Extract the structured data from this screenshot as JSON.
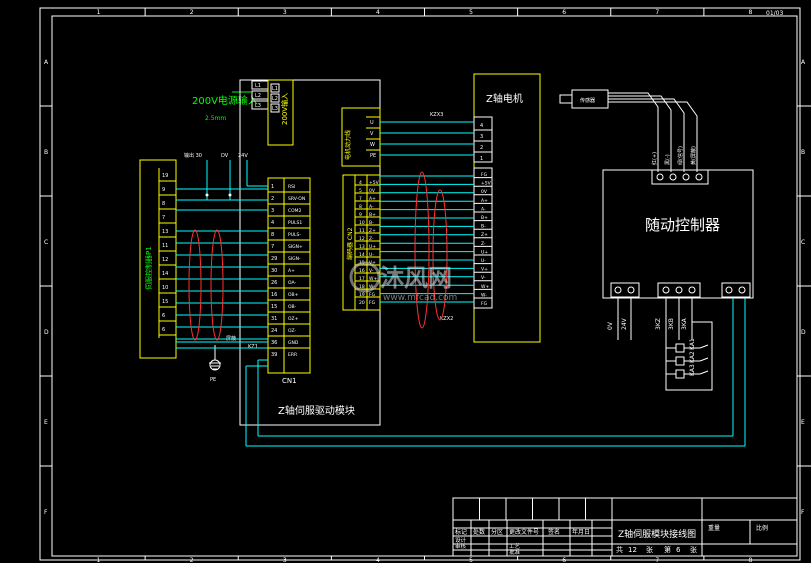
{
  "sheet": {
    "sheet_id": "01/03",
    "col_labels": [
      "1",
      "2",
      "3",
      "4",
      "5",
      "6",
      "7",
      "8"
    ],
    "row_labels": [
      "A",
      "B",
      "C",
      "D",
      "E",
      "F"
    ]
  },
  "power_input": {
    "label": "200V电源输入",
    "spec": "2.5mm",
    "terminals": [
      "L1",
      "L2",
      "L3"
    ],
    "driver_terminals": [
      "L1",
      "L2",
      "L3"
    ],
    "driver_label": "200V输入"
  },
  "left_module": {
    "label": "伺服控制器P1",
    "pins": [
      "19",
      "9",
      "8",
      "7",
      "13",
      "11",
      "12",
      "14",
      "10",
      "15",
      "6",
      "6"
    ],
    "bus_labels": [
      "输出 30",
      "DV",
      "24V"
    ]
  },
  "driver": {
    "title": "Z轴伺服驱动模块",
    "cn1_label": "CN1",
    "cn1_left_pins": [
      "1",
      "2",
      "3",
      "4",
      "8",
      "7",
      "29",
      "30",
      "26",
      "16",
      "15",
      "31",
      "24",
      "36",
      "39"
    ],
    "cn1_signals": [
      "RSI",
      "SRV-ON",
      "COM2",
      "PULS1",
      "PULS-",
      "SIGN+",
      "SIGN-",
      "A+",
      "OA-",
      "OB+",
      "OB-",
      "OZ+",
      "OZ-",
      "GND",
      "ERR"
    ],
    "ground_label": "PE",
    "shield_label": "屏蔽",
    "kz_label": "KZ1",
    "motor_power_terminals": [
      "U",
      "V",
      "W",
      "PE"
    ],
    "motor_power_label": "电机动力线",
    "cn2_label": "编码器 CN2",
    "cn2_pins": [
      "4",
      "5",
      "7",
      "8",
      "9",
      "10",
      "11",
      "12",
      "13",
      "14",
      "15",
      "16",
      "17",
      "18",
      "19",
      "20"
    ],
    "cn2_signals": [
      "+5V",
      "0V",
      "A+",
      "A-",
      "B+",
      "B-",
      "Z+",
      "Z-",
      "U+",
      "U-",
      "V+",
      "V-",
      "W+",
      "W-",
      "FG",
      "FG"
    ]
  },
  "motor": {
    "title": "Z轴电机",
    "power_pins": [
      "4",
      "3",
      "2",
      "1"
    ],
    "cable_top": "KZX3",
    "cable_bottom": "KZX2",
    "encoder_pins": [
      "FG",
      "+5V",
      "0V",
      "A+",
      "A-",
      "B+",
      "B-",
      "Z+",
      "Z-",
      "U+",
      "U-",
      "V+",
      "V-",
      "W+",
      "W-",
      "FG"
    ]
  },
  "encoder_sensor": {
    "label": "传感器",
    "wire_labels": [
      "红(+)",
      "黑(-)",
      "绿(信号)",
      "黄(屏蔽)"
    ]
  },
  "follower": {
    "title": "随动控制器",
    "bottom_labels": [
      "0V",
      "24V",
      "3KZ",
      "3KB",
      "3KA"
    ],
    "relay_labels": [
      "KA1",
      "KA2",
      "KA3"
    ]
  },
  "title_block": {
    "drawing_title": "Z轴伺服模块接线图",
    "head_cells": [
      "标记",
      "处数",
      "分区",
      "更改文件号",
      "签名",
      "年月日"
    ],
    "row_labels": [
      "设计",
      "审核",
      "工艺",
      "批准"
    ],
    "total_label": "共",
    "total_value": "12",
    "sheet_unit": "张",
    "sheet_label": "第",
    "sheet_value": "6",
    "sheet_unit2": "张",
    "right_cells": [
      "重量",
      "比例"
    ]
  },
  "watermark": {
    "brand": "沐风网",
    "url": "www.mfcad.com"
  },
  "colors": {
    "background": "#000000",
    "frame": "#ffffff",
    "box_yellow": "#ffff00",
    "wire_cyan": "#00ffff",
    "green": "#00ff00",
    "red": "#ff3030",
    "white": "#ffffff"
  }
}
